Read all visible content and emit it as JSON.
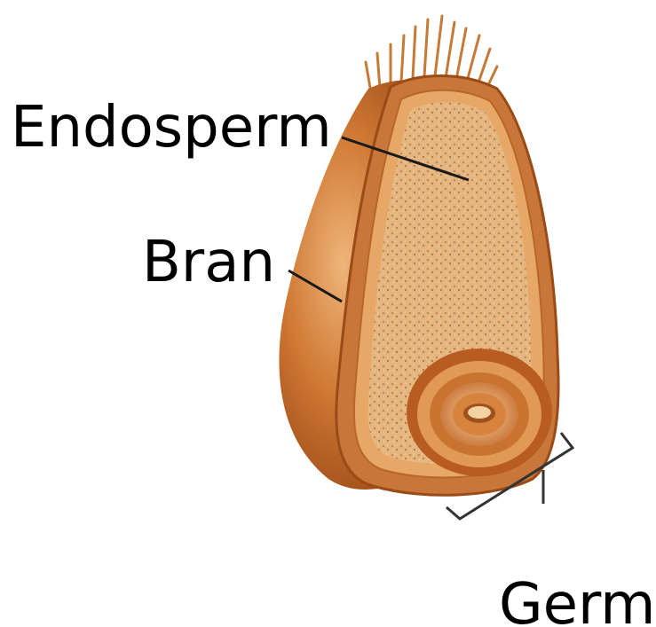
{
  "labels": {
    "endosperm": "Endosperm",
    "bran": "Bran",
    "germ": "Germ"
  },
  "colors": {
    "bran_outer": "#b5591c",
    "bran_highlight": "#e8a062",
    "endosperm_fill": "#e2b27a",
    "endosperm_speckle": "#c98a47",
    "germ_ring": "#d98a3c",
    "leader_line": "#1a1a1a"
  }
}
